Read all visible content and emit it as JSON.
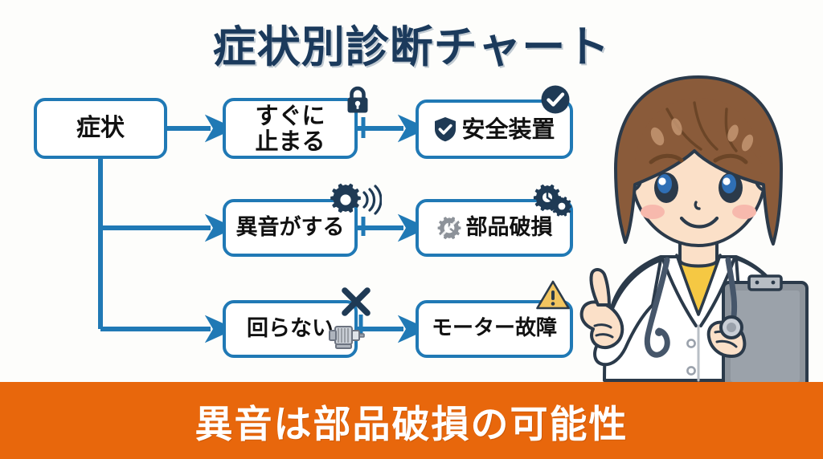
{
  "title": "症状別診断チャート",
  "banner": {
    "text": "異音は部品破損の可能性",
    "background_color": "#e8670c",
    "text_color": "#ffffff"
  },
  "theme": {
    "background_color": "#fdfdfb",
    "box_border_color": "#2079b5",
    "box_fill_color": "#ffffff",
    "arrow_color": "#2079b5",
    "title_color": "#1b3a5c",
    "icon_dark_color": "#1f3a55",
    "icon_gray_color": "#8d9299",
    "warning_color": "#f2c560"
  },
  "flowchart": {
    "root": {
      "label": "症状",
      "name": "symptom"
    },
    "rows": [
      {
        "symptom": {
          "label": "すぐに止まる",
          "line1": "すぐに",
          "line2": "止まる",
          "icon": "lock-icon"
        },
        "cause": {
          "label": "安全装置",
          "icon": "check-circle-icon",
          "inline_icon": "shield-check-icon"
        }
      },
      {
        "symptom": {
          "label": "異音がする",
          "icon": "gear-sound-icon"
        },
        "cause": {
          "label": "部品破損",
          "icon": "broken-gear-icon",
          "inline_icon": "broken-gear-icon"
        }
      },
      {
        "symptom": {
          "label": "回らない",
          "icon": "x-mark-icon",
          "secondary_icon": "motor-icon"
        },
        "cause": {
          "label": "モーター故障",
          "icon": "warning-triangle-icon"
        }
      }
    ]
  },
  "illustration": {
    "name": "female-doctor-pointing",
    "hair_color": "#8a5b3a",
    "coat_color": "#ffffff",
    "shirt_color": "#f5c843",
    "skin_color": "#fbe0c8",
    "clipboard_color": "#8d949c",
    "outline_color": "#2b3a4a"
  }
}
